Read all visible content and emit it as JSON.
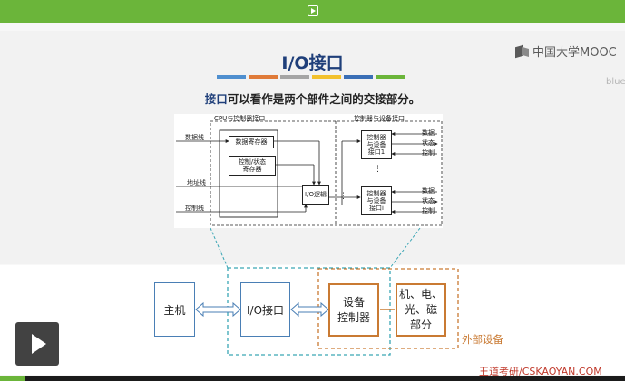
{
  "video": {
    "progress": 0.04
  },
  "slide": {
    "logo_text": "中国大学MOOC",
    "cut_text": "blue",
    "title": "I/O接口",
    "stripe_colors": [
      "#4f8fcf",
      "#e07b39",
      "#a5a5a5",
      "#f2c12e",
      "#3b6fb6",
      "#6bb53a"
    ],
    "subtitle_highlight": "接口",
    "subtitle_rest": "可以看作是两个部件之间的交接部分。"
  },
  "detail_diagram": {
    "title_left": "CPU与控制器接口",
    "title_right": "控制器与设备接口",
    "bus_labels": [
      "数据线",
      "地址线",
      "控制线"
    ],
    "data_reg": "数据寄存器",
    "ctrl_reg_line1": "控制/状态",
    "ctrl_reg_line2": "寄存器",
    "io_logic": "I/O逻辑",
    "dots": "⋮",
    "iface1_lines": [
      "控制器",
      "与设备",
      "接口1"
    ],
    "ifacei_lines": [
      "控制器",
      "与设备",
      "接口i"
    ],
    "signals": [
      "数据",
      "状态",
      "控制"
    ]
  },
  "block_diagram": {
    "host": "主机",
    "io_interface": "I/O接口",
    "controller_line1": "设备",
    "controller_line2": "控制器",
    "device_line1": "机、电、",
    "device_line2": "光、磁",
    "device_line3": "部分",
    "external_label": "外部设备"
  },
  "watermark": "王道考研/CSKAOYAN.COM",
  "colors": {
    "green": "#6bb53a",
    "orange": "#c97a33",
    "blue": "#4a7fb5",
    "title": "#1f3f7a",
    "cyan": "#3aa6b5"
  }
}
